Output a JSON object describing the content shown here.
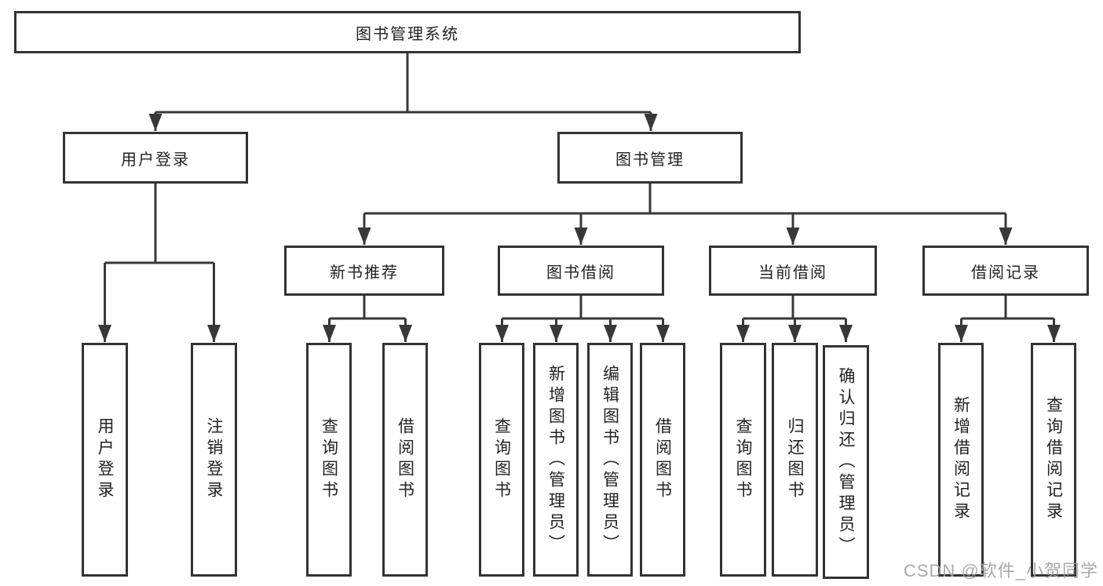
{
  "diagram": {
    "title": "图书管理系统",
    "root": {
      "label": "图书管理系统"
    },
    "level2": {
      "user_login": {
        "label": "用户登录"
      },
      "book_mgmt": {
        "label": "图书管理"
      }
    },
    "level3": {
      "new_book_rec": {
        "label": "新书推荐"
      },
      "book_borrow": {
        "label": "图书借阅"
      },
      "current_borrow": {
        "label": "当前借阅"
      },
      "borrow_records": {
        "label": "借阅记录"
      }
    },
    "leaves": {
      "user_login_children": [
        {
          "label": "用户登录"
        },
        {
          "label": "注销登录"
        }
      ],
      "new_book_rec_children": [
        {
          "label": "查询图书"
        },
        {
          "label": "借阅图书"
        }
      ],
      "book_borrow_children": [
        {
          "label": "查询图书"
        },
        {
          "label": "新增图书（管理员）"
        },
        {
          "label": "编辑图书（管理员）"
        },
        {
          "label": "借阅图书"
        }
      ],
      "current_borrow_children": [
        {
          "label": "查询图书"
        },
        {
          "label": "归还图书"
        },
        {
          "label": "确认归还（管理员）"
        }
      ],
      "borrow_records_children": [
        {
          "label": "新增借阅记录"
        },
        {
          "label": "查询借阅记录"
        }
      ]
    }
  },
  "watermark": {
    "text": "CSDN @软件_小贺同学"
  },
  "colors": {
    "background": "#ffffff",
    "box_border": "#333333",
    "line": "#383838",
    "text": "#222222",
    "watermark": "#a0a0a0"
  }
}
